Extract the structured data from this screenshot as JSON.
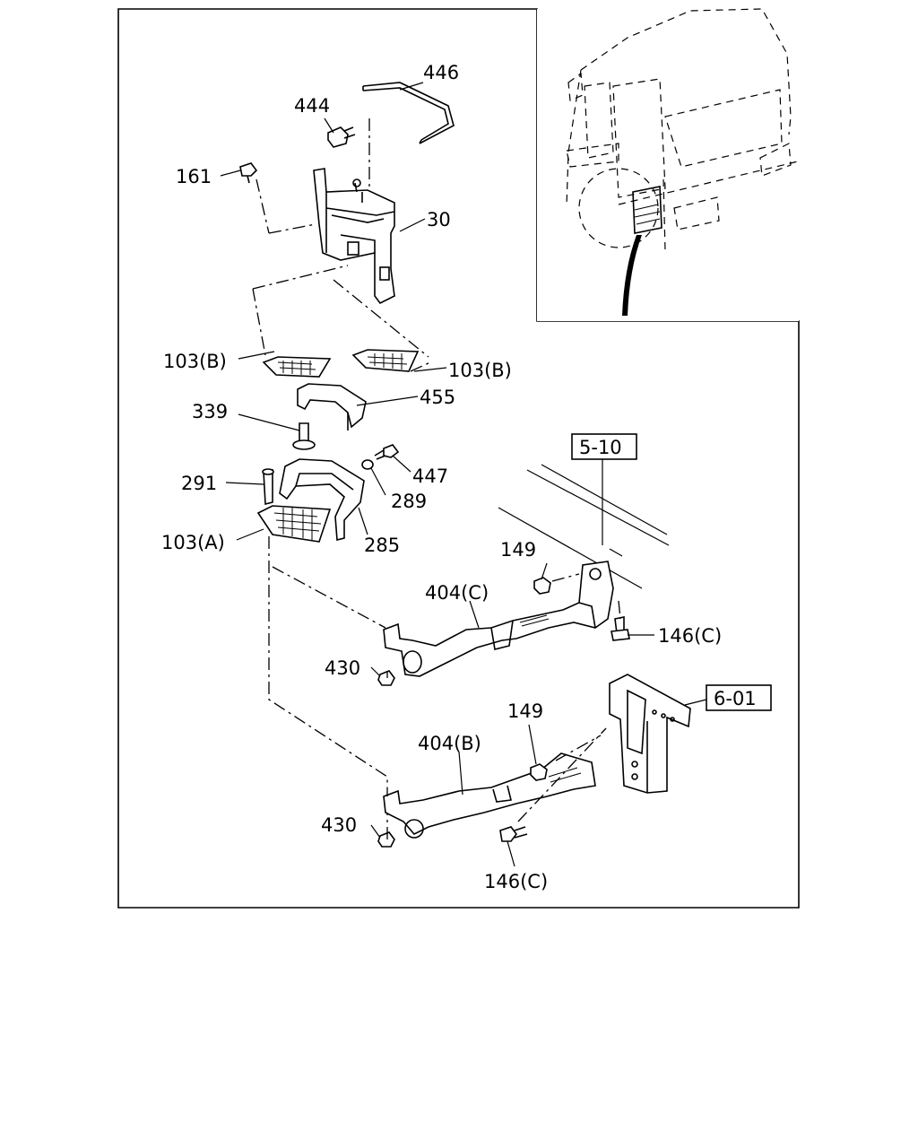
{
  "labels": {
    "l446": "446",
    "l444": "444",
    "l161": "161",
    "l30": "30",
    "l103b_left": "103(B)",
    "l103b_right": "103(B)",
    "l339": "339",
    "l455": "455",
    "l447": "447",
    "l291": "291",
    "l289": "289",
    "l285": "285",
    "l103a": "103(A)",
    "l149_upper": "149",
    "l404c": "404(C)",
    "l146c_upper": "146(C)",
    "l430_upper": "430",
    "l149_lower": "149",
    "l404b": "404(B)",
    "l430_lower": "430",
    "l146c_lower": "146(C)"
  },
  "refs": {
    "ref_510": "5-10",
    "ref_601": "6-01"
  }
}
